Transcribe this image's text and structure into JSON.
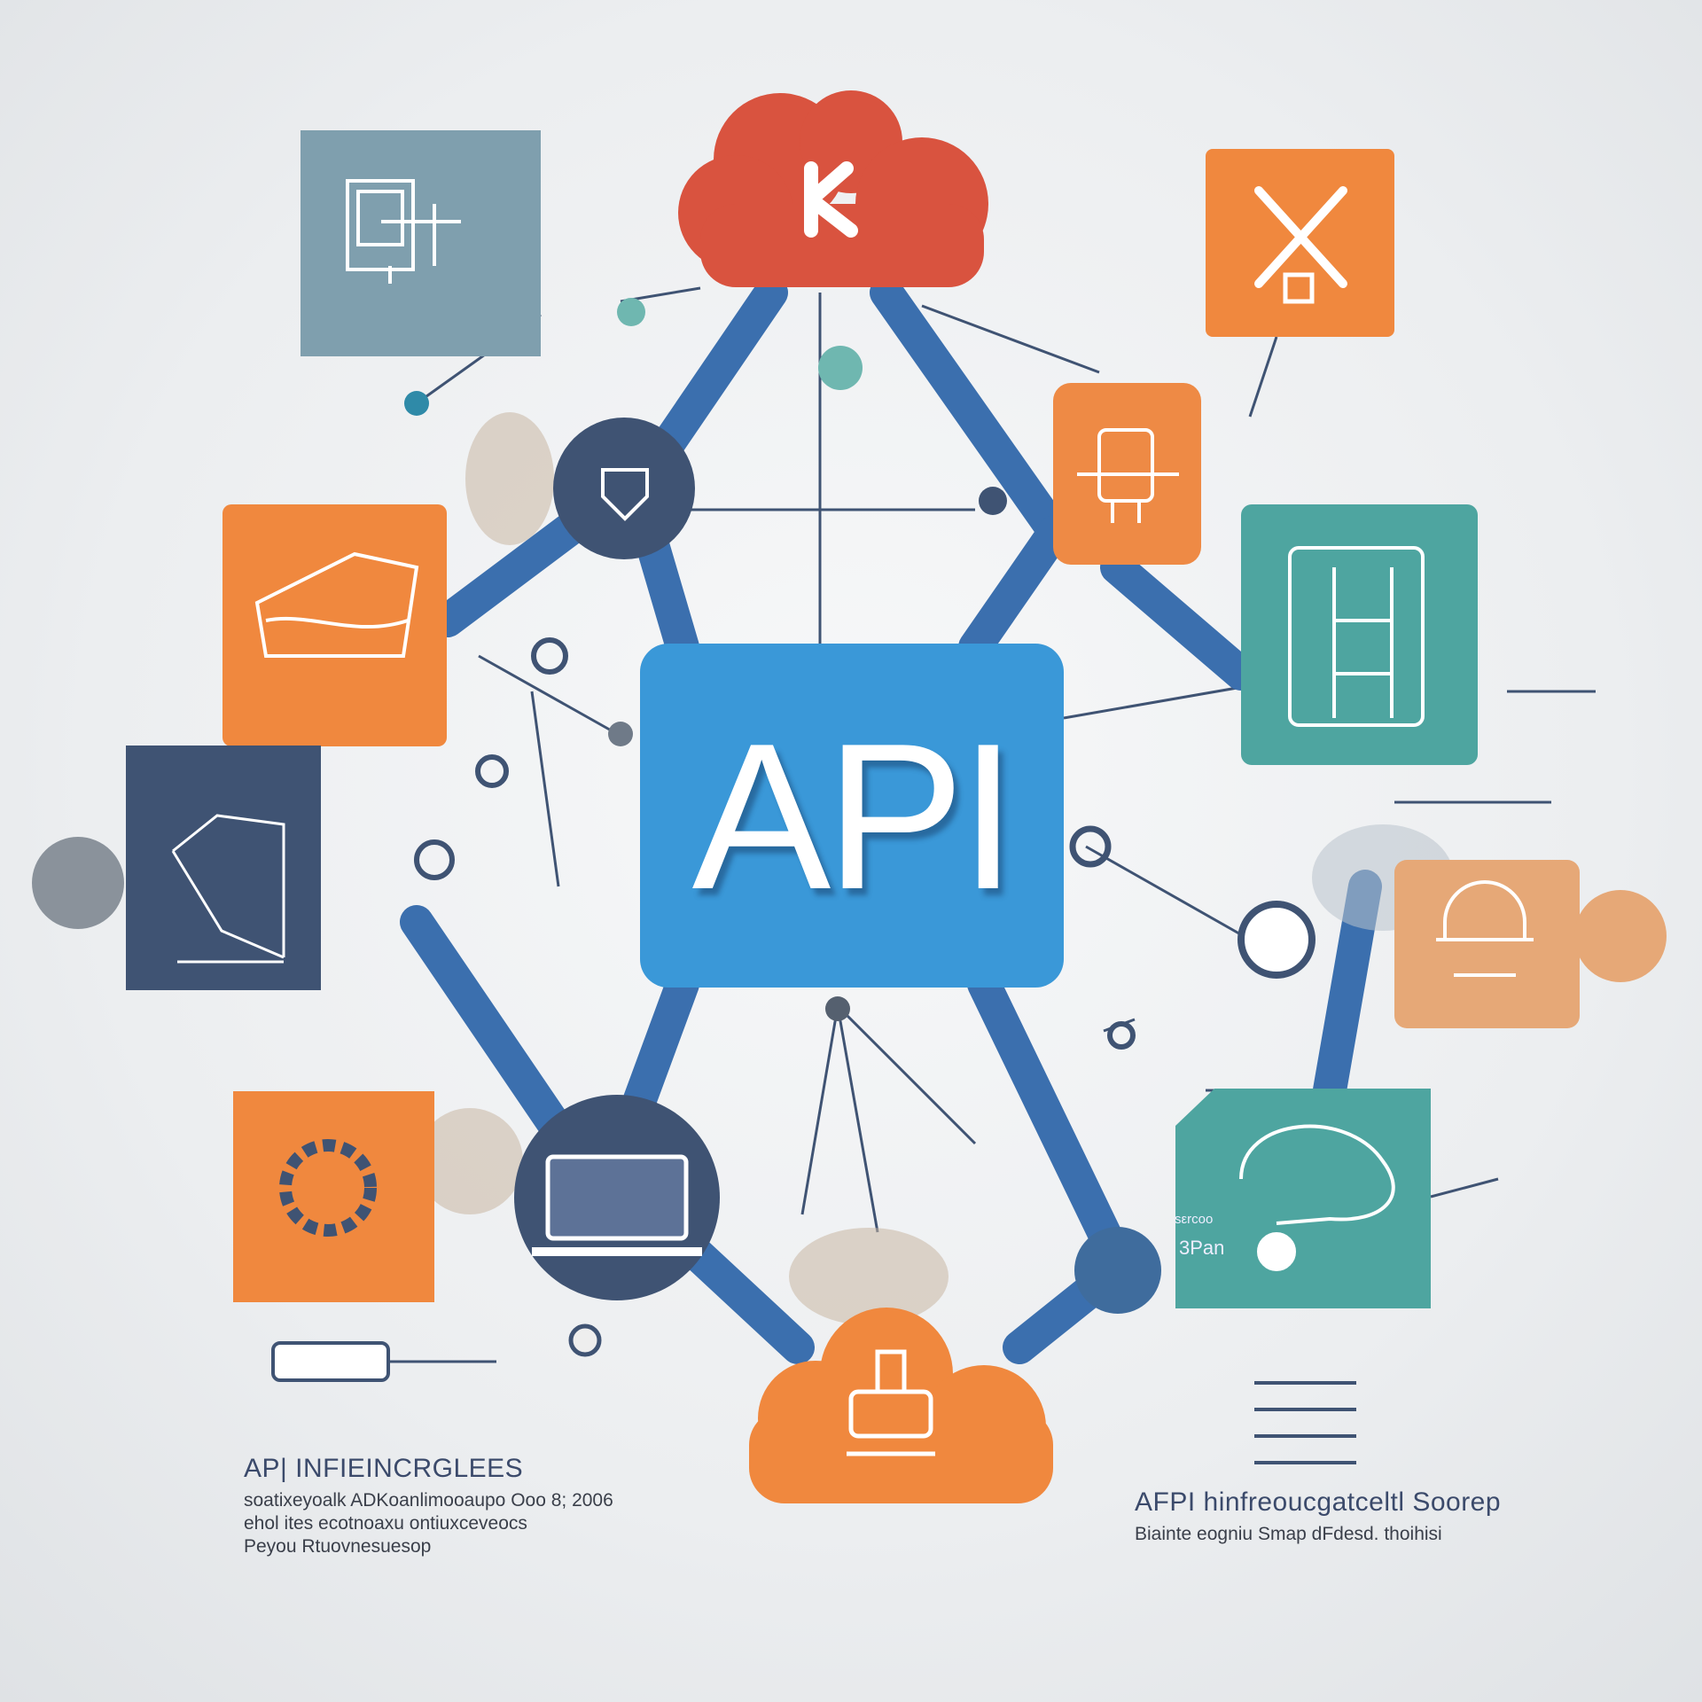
{
  "center": {
    "label": "API"
  },
  "colors": {
    "api_blue": "#3a98d8",
    "link_blue": "#3b6fae",
    "red": "#d9533f",
    "orange": "#f0883e",
    "teal": "#4ea5a0",
    "navy": "#3f5373",
    "tan": "#e6a877",
    "slate": "#7f9fae"
  },
  "nodes": [
    {
      "name": "cloud-top",
      "icon": "k-logo-icon"
    },
    {
      "name": "tile-top-left",
      "icon": "window-icon"
    },
    {
      "name": "tile-top-right",
      "icon": "network-icon"
    },
    {
      "name": "tile-right-small",
      "icon": "plug-icon"
    },
    {
      "name": "tile-right-teal",
      "icon": "server-rack-icon"
    },
    {
      "name": "tile-left-orange",
      "icon": "map-icon"
    },
    {
      "name": "tile-left-navy",
      "icon": "blueprint-icon"
    },
    {
      "name": "tile-right-tan",
      "icon": "lock-icon"
    },
    {
      "name": "tile-bottom-right-teal",
      "icon": "vr-headset-icon",
      "text": [
        "sεrcoo",
        "3Pan"
      ]
    },
    {
      "name": "tile-bottom-left-orange",
      "icon": "gear-cluster-icon"
    },
    {
      "name": "circle-laptop",
      "icon": "laptop-icon"
    },
    {
      "name": "circle-shield",
      "icon": "shield-icon"
    },
    {
      "name": "cloud-bottom",
      "icon": "database-icon"
    }
  ],
  "captions": {
    "left": {
      "title": "AP| INFIEINCRGLEES",
      "lines": [
        "soatixeyoalk ADKoanlimooaupo Ooo 8; 2006",
        "ehol ites ecotnoaxu ontiuxceveocs",
        "Peyou Rtuovnesuesop"
      ]
    },
    "right": {
      "title": "AFPI hinfreoucgatceltl Soorep",
      "lines": [
        "Biainte eogniu Smap dFdesd. thoihisi"
      ]
    }
  }
}
